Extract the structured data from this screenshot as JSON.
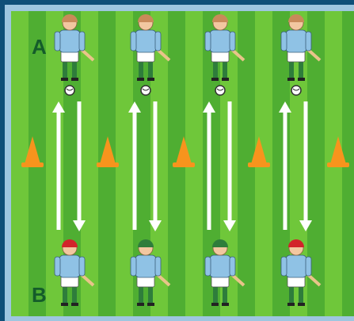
{
  "labels": {
    "top_row": "A",
    "bottom_row": "B"
  },
  "colors": {
    "outer_border": "#0f4f78",
    "inner_border": "#9ec6e0",
    "grass_light": "#6fc73a",
    "grass_dark": "#4fae32",
    "label": "#145c2a",
    "arrow": "#ffffff",
    "cone": "#f7941d",
    "jersey": "#8fc2e5",
    "shorts": "#ffffff",
    "socks": "#2e7d3b",
    "skin": "#f2c7a0",
    "helmet_top_row": "#c98a5a",
    "helmet_bottom_row": [
      "#d2232a",
      "#2e7d3b",
      "#2e7d3b",
      "#d2232a"
    ]
  },
  "counts": {
    "player_pairs": 4,
    "cones": 5
  }
}
